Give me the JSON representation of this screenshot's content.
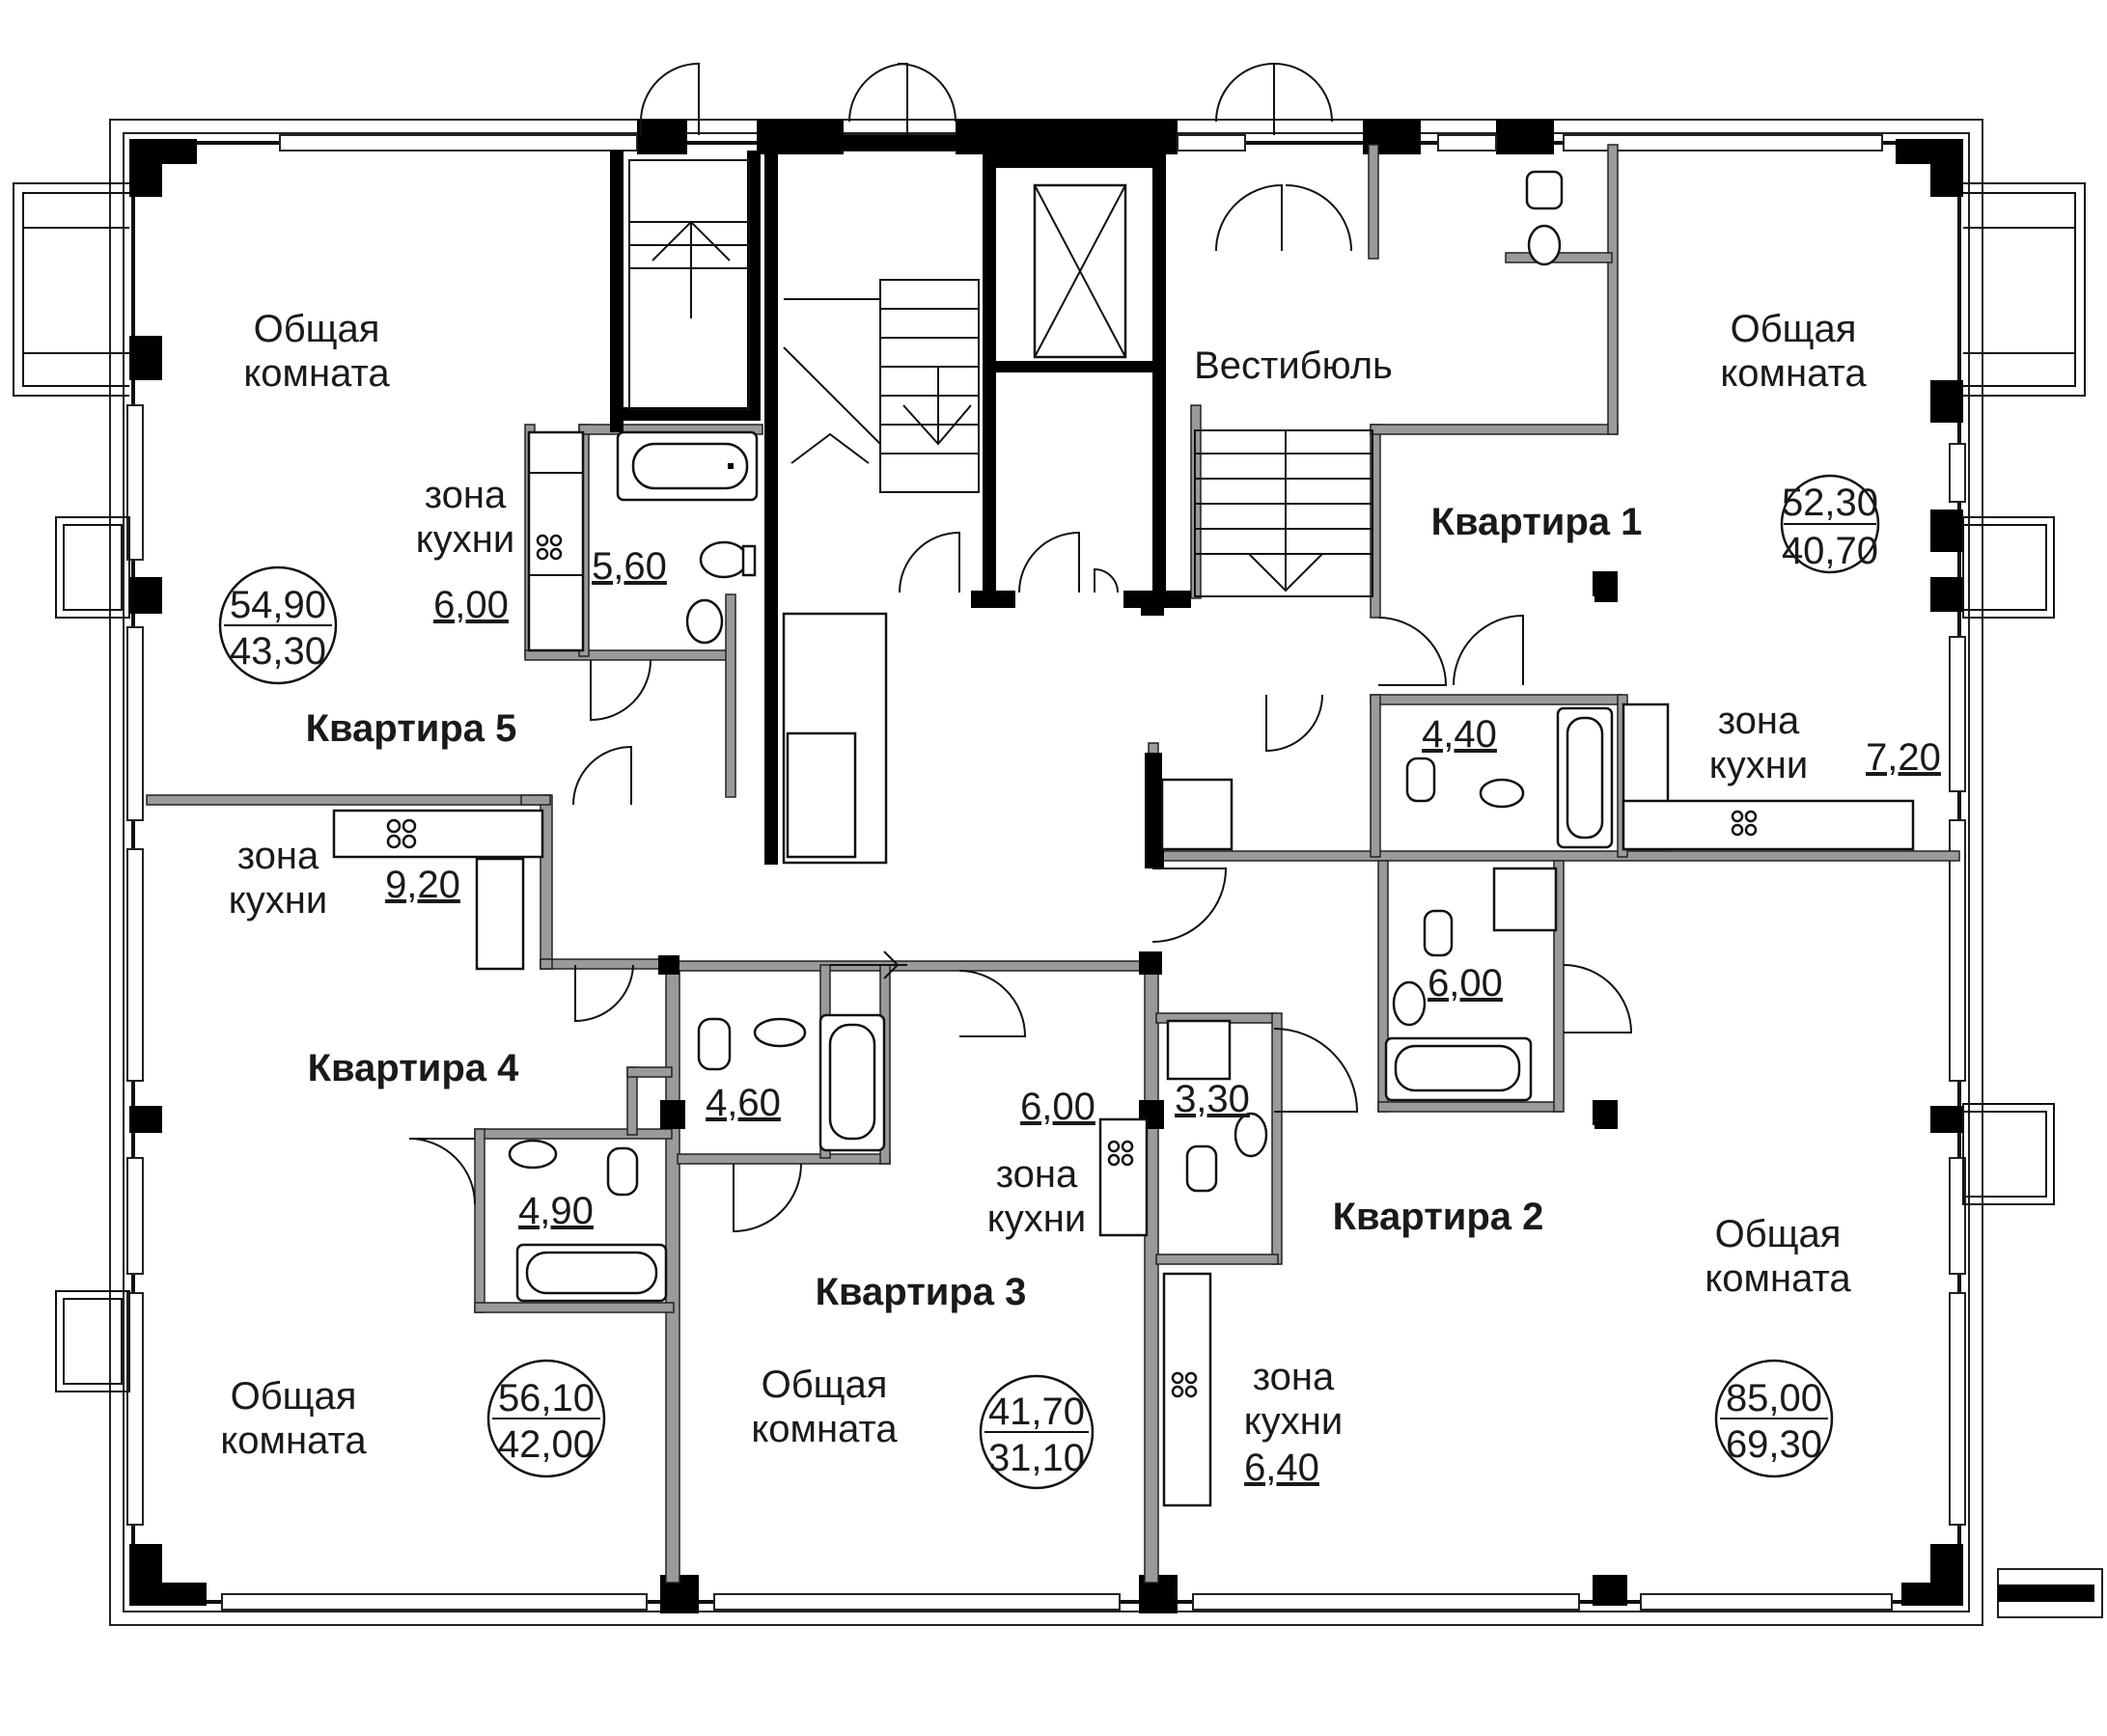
{
  "plan": {
    "lobby_label": "Вестибюль",
    "apartments": [
      {
        "id": "1",
        "title": "Квартира 1",
        "living_room": "Общая комната",
        "total_area": "52,30",
        "living_area": "40,70",
        "kitchen_label": "зона кухни",
        "kitchen_area": "7,20",
        "bathrooms": [
          "4,40"
        ]
      },
      {
        "id": "2",
        "title": "Квартира 2",
        "living_room": "Общая комната",
        "total_area": "85,00",
        "living_area": "69,30",
        "kitchen_label": "зона кухни",
        "kitchen_area": "6,40",
        "bathrooms": [
          "6,00",
          "3,30"
        ]
      },
      {
        "id": "3",
        "title": "Квартира 3",
        "living_room": "Общая комната",
        "total_area": "41,70",
        "living_area": "31,10",
        "kitchen_label": "зона кухни",
        "kitchen_area": "6,00",
        "bathrooms": [
          "4,60"
        ]
      },
      {
        "id": "4",
        "title": "Квартира 4",
        "living_room": "Общая комната",
        "total_area": "56,10",
        "living_area": "42,00",
        "kitchen_label": "зона кухни",
        "kitchen_area": "9,20",
        "bathrooms": [
          "4,90"
        ]
      },
      {
        "id": "5",
        "title": "Квартира 5",
        "living_room": "Общая комната",
        "total_area": "54,90",
        "living_area": "43,30",
        "kitchen_label": "зона кухни",
        "kitchen_area": "6,00",
        "bathrooms": [
          "5,60"
        ]
      }
    ]
  }
}
